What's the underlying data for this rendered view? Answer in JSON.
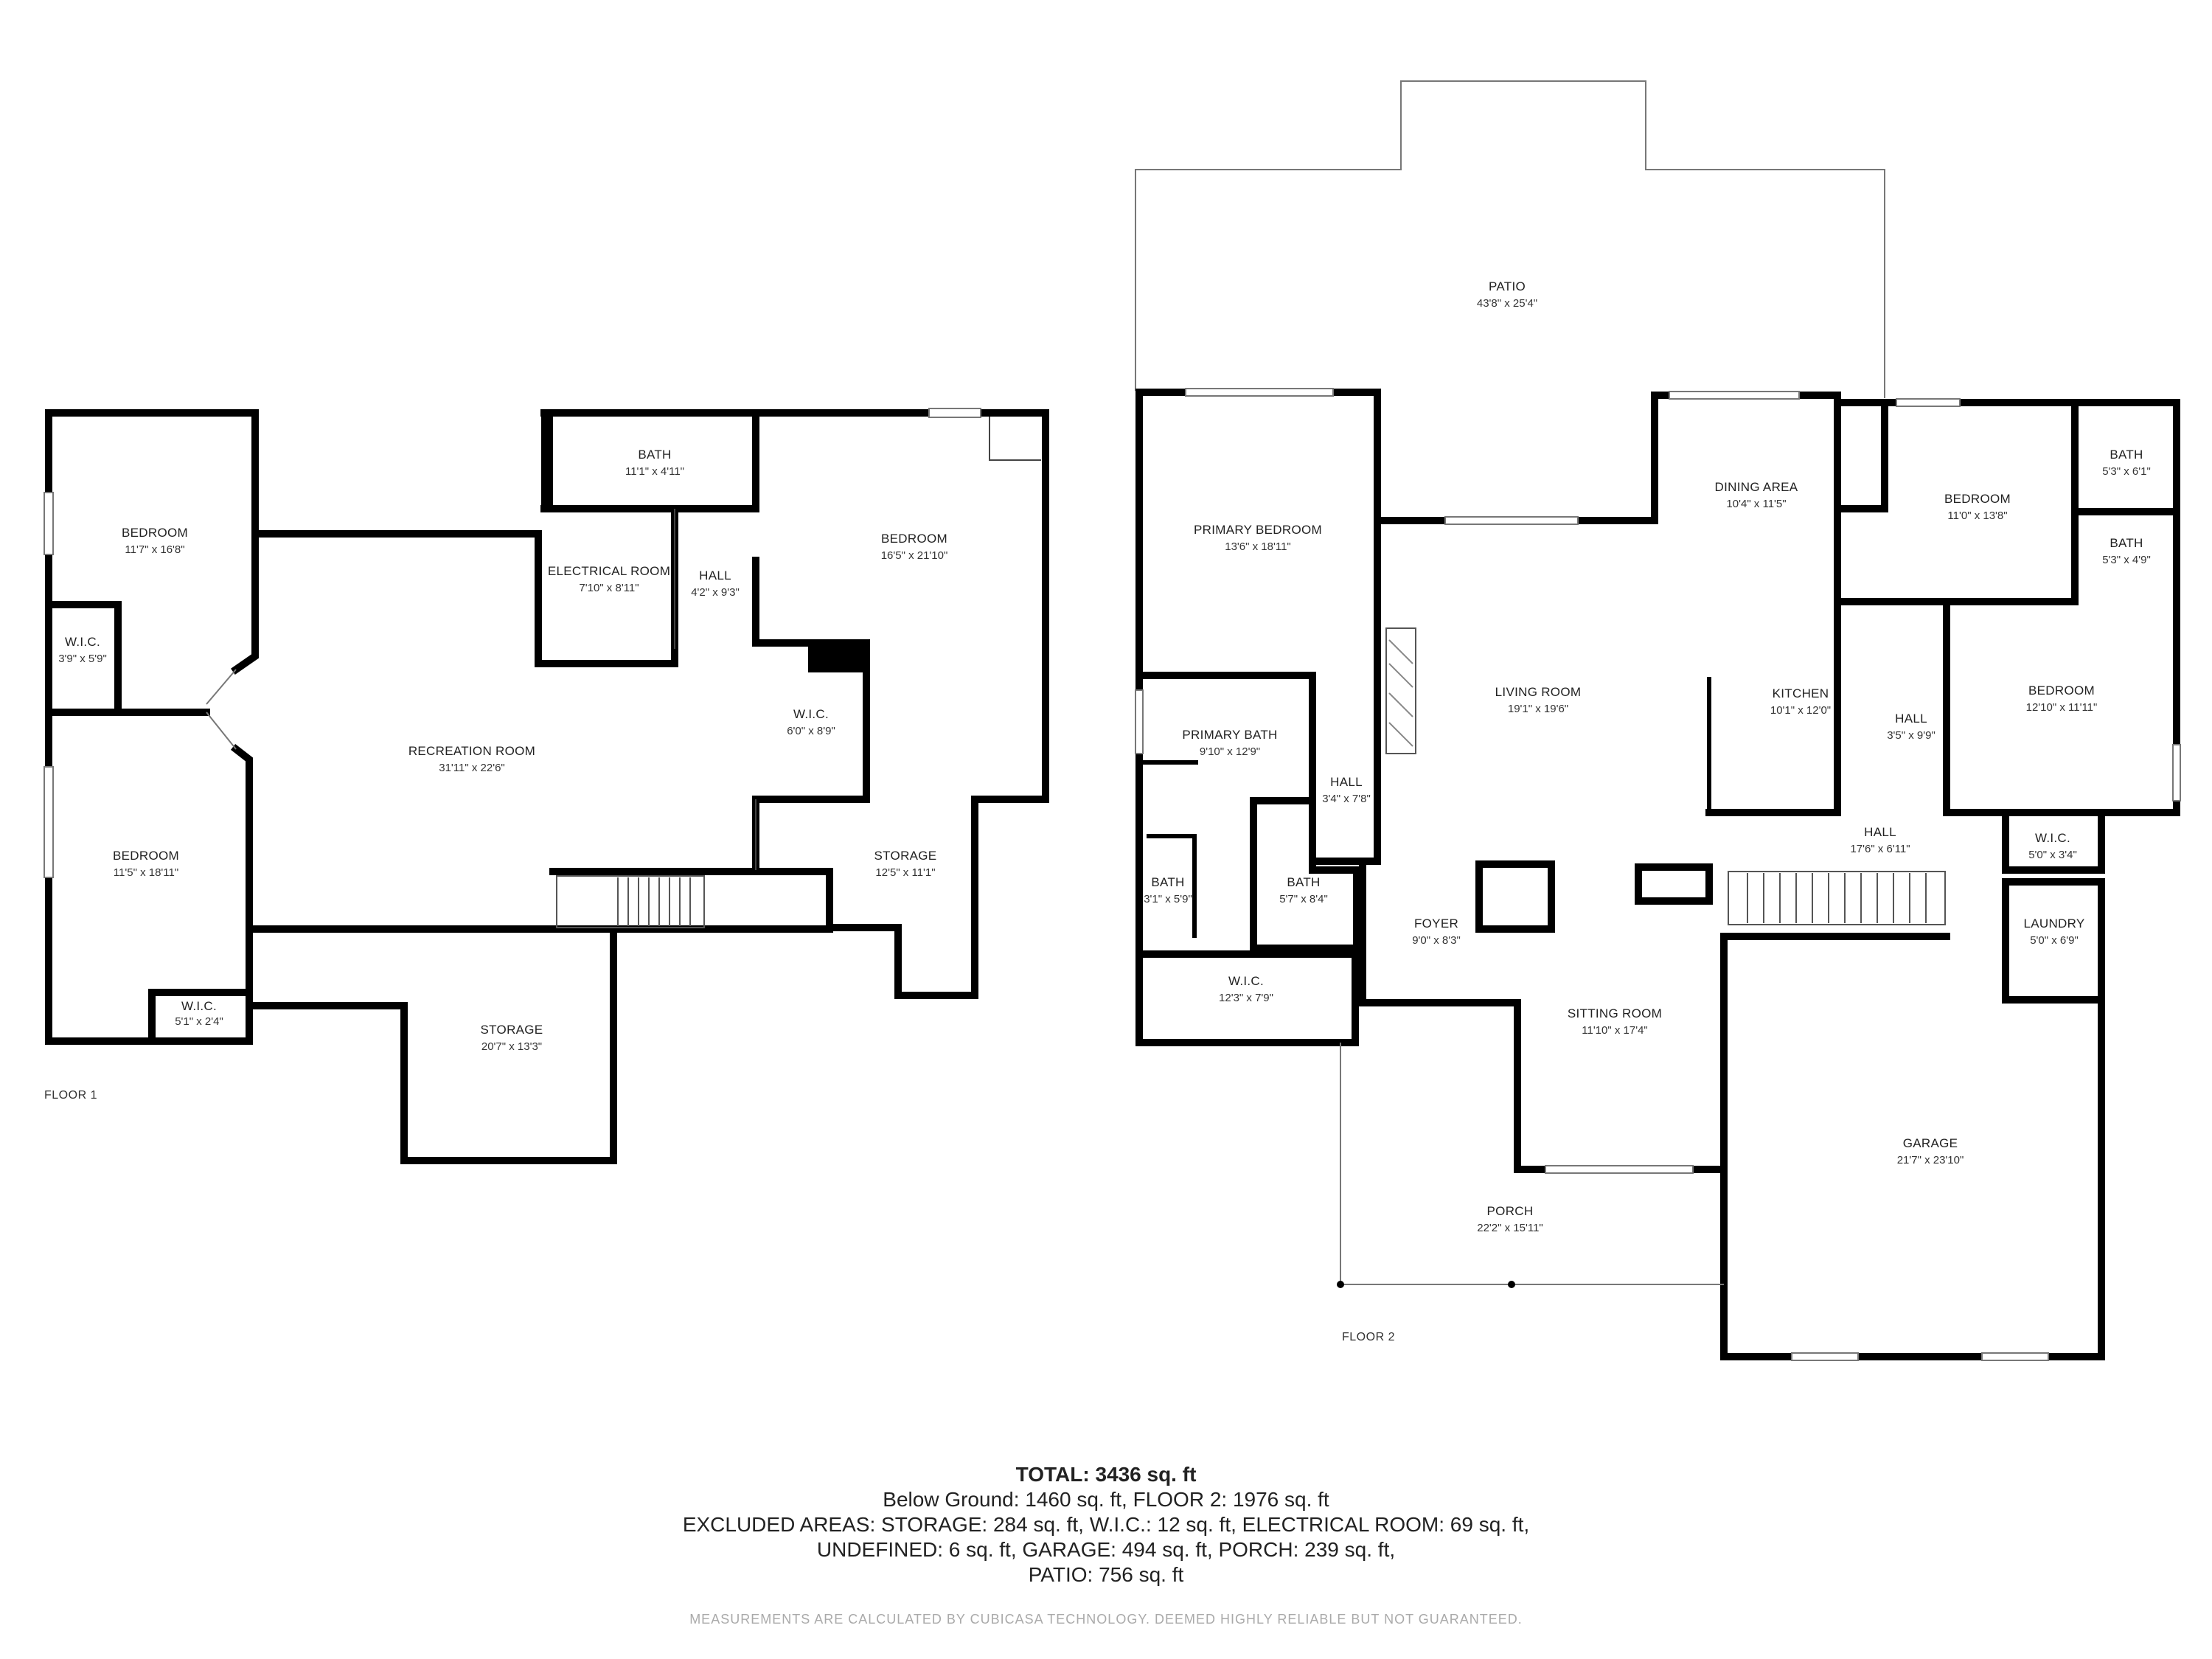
{
  "floors": [
    {
      "label": "FLOOR 1",
      "rooms": [
        {
          "name": "BEDROOM",
          "dims": "11'7\" x 16'8\""
        },
        {
          "name": "W.I.C.",
          "dims": "3'9\" x 5'9\""
        },
        {
          "name": "BEDROOM",
          "dims": "11'5\" x 18'11\""
        },
        {
          "name": "W.I.C.",
          "dims": "5'1\" x 2'4\""
        },
        {
          "name": "RECREATION ROOM",
          "dims": "31'11\" x 22'6\""
        },
        {
          "name": "BATH",
          "dims": "11'1\" x 4'11\""
        },
        {
          "name": "ELECTRICAL ROOM",
          "dims": "7'10\" x 8'11\""
        },
        {
          "name": "HALL",
          "dims": "4'2\" x 9'3\""
        },
        {
          "name": "BEDROOM",
          "dims": "16'5\" x 21'10\""
        },
        {
          "name": "W.I.C.",
          "dims": "6'0\" x 8'9\""
        },
        {
          "name": "STORAGE",
          "dims": "12'5\" x 11'1\""
        },
        {
          "name": "STORAGE",
          "dims": "20'7\" x 13'3\""
        }
      ]
    },
    {
      "label": "FLOOR 2",
      "rooms": [
        {
          "name": "PATIO",
          "dims": "43'8\" x 25'4\""
        },
        {
          "name": "PRIMARY BEDROOM",
          "dims": "13'6\" x 18'11\""
        },
        {
          "name": "DINING AREA",
          "dims": "10'4\" x 11'5\""
        },
        {
          "name": "BEDROOM",
          "dims": "11'0\" x 13'8\""
        },
        {
          "name": "BATH",
          "dims": "5'3\" x 6'1\""
        },
        {
          "name": "BATH",
          "dims": "5'3\" x 4'9\""
        },
        {
          "name": "LIVING ROOM",
          "dims": "19'1\" x 19'6\""
        },
        {
          "name": "KITCHEN",
          "dims": "10'1\" x 12'0\""
        },
        {
          "name": "BEDROOM",
          "dims": "12'10\" x 11'11\""
        },
        {
          "name": "PRIMARY BATH",
          "dims": "9'10\" x 12'9\""
        },
        {
          "name": "HALL",
          "dims": "3'4\" x 7'8\""
        },
        {
          "name": "HALL",
          "dims": "3'5\" x 9'9\""
        },
        {
          "name": "HALL",
          "dims": "17'6\" x 6'11\""
        },
        {
          "name": "BATH",
          "dims": "3'1\" x 5'9\""
        },
        {
          "name": "BATH",
          "dims": "5'7\" x 8'4\""
        },
        {
          "name": "FOYER",
          "dims": "9'0\" x 8'3\""
        },
        {
          "name": "W.I.C.",
          "dims": "5'0\" x 3'4\""
        },
        {
          "name": "LAUNDRY",
          "dims": "5'0\" x 6'9\""
        },
        {
          "name": "W.I.C.",
          "dims": "12'3\" x 7'9\""
        },
        {
          "name": "SITTING ROOM",
          "dims": "11'10\" x 17'4\""
        },
        {
          "name": "GARAGE",
          "dims": "21'7\" x 23'10\""
        },
        {
          "name": "PORCH",
          "dims": "22'2\" x 15'11\""
        }
      ]
    }
  ],
  "summary": {
    "total_label": "TOTAL: 3436 sq. ft",
    "line1": "Below Ground: 1460 sq. ft, FLOOR 2: 1976 sq. ft",
    "line2": "EXCLUDED AREAS: STORAGE: 284 sq. ft, W.I.C.: 12 sq. ft, ELECTRICAL ROOM: 69 sq. ft,",
    "line3": "UNDEFINED: 6 sq. ft, GARAGE: 494 sq. ft, PORCH: 239 sq. ft,",
    "line4": "PATIO: 756 sq. ft"
  },
  "disclaimer": "MEASUREMENTS ARE CALCULATED BY CUBICASA TECHNOLOGY. DEEMED HIGHLY RELIABLE BUT NOT GUARANTEED."
}
